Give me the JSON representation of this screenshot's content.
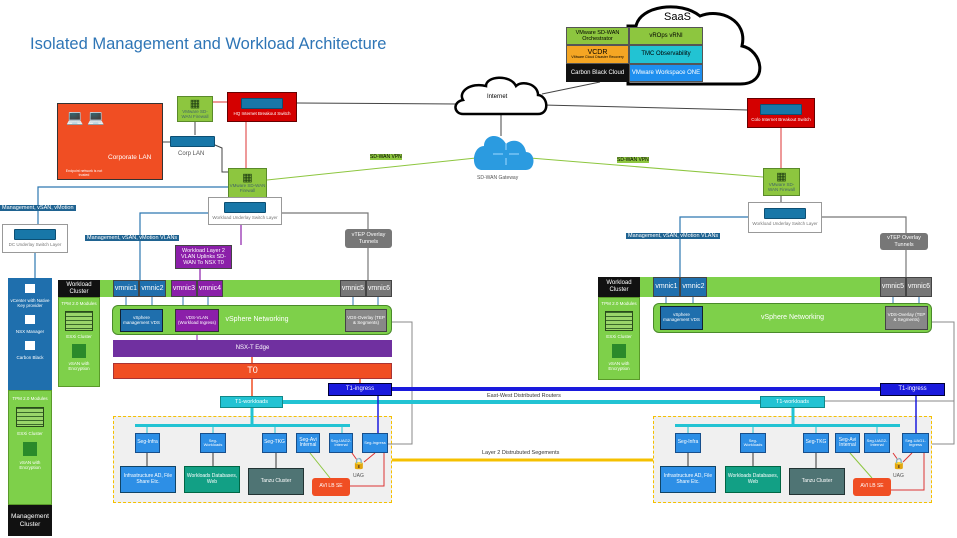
{
  "title": "Isolated Management and Workload Architecture",
  "saas": {
    "label": "SaaS",
    "items": [
      {
        "label": "VMware SD-WAN Orchestrator",
        "color": "#8dc63f"
      },
      {
        "label": "VCDR",
        "sub": "VMware Cloud Disaster Recovery",
        "color": "#f5a623"
      },
      {
        "label": "Carbon Black Cloud",
        "color": "#111111"
      },
      {
        "label": "vROps vRNI",
        "color": "#8dc63f"
      },
      {
        "label": "TMC Observability",
        "color": "#22c3d3"
      },
      {
        "label": "VMware Workspace ONE",
        "color": "#1e8fef"
      }
    ]
  },
  "internet": "Internet",
  "sdwan_gateway": "SD-WAN Gateway",
  "sdwan_vpn": "SD-WAN VPN",
  "hq": {
    "corporate_lan": "Corporate LAN",
    "endpoint_note": "Endpoint network is not trusted",
    "corp_lan_switch": "Corp LAN",
    "hq_firewall": "VMware SD-WAN Firewall",
    "breakout_switch": "HQ Internet Breakout Switch"
  },
  "colo": {
    "breakout_switch": "Colo Internet Breakout Switch"
  },
  "sdwan_firewall": "VMware SD-WAN Firewall",
  "workload_underlay": "Workload Underlay Switch Layer",
  "dc_underlay": "DC Underlay Switch Layer",
  "mgmt_vlan_label": "Management, vSAN, vMotion",
  "mgmt_vlans_label": "Management, vSAN, vMotion VLANs",
  "workload_uplinks": "Workload Layer 2 VLAN Uplinks SD-WAN To NSX T0",
  "vtep": "vTEP Overlay Tunnels",
  "management_cluster": {
    "items": [
      "vCenter with Native Key provider",
      "NSX Manager",
      "Carbon Black"
    ],
    "tpm": "TPM 2.0 Modules",
    "esxi": "ESXi Cluster",
    "vsan": "vSAN with Encryption",
    "label": "Management Cluster"
  },
  "workload_cluster": {
    "label": "Workload Cluster",
    "tpm": "TPM 2.0 Modules",
    "esxi": "ESXi Cluster",
    "vsan": "vSAN with Encryption"
  },
  "vmnics": [
    "vmnic1",
    "vmnic2",
    "vmnic3",
    "vmnic4",
    "vmnic5",
    "vmnic6"
  ],
  "vsphere_networking": "vSphere Networking",
  "vds_mgmt": "vSphere management VDS",
  "vds_vlan": "VDS-VLAN (Workload Ingress)",
  "vds_overlay": "VDS-Overlay (TEP & Segments)",
  "nsx_edge": "NSX-T Edge",
  "t0": "T0",
  "t1_ingress": "T1-ingress",
  "t1_workloads": "T1-workloads",
  "east_west": "East-West Distributed Routers",
  "layer2": "Layer 2 Distrubuted Segements",
  "segments_left": [
    "Seg-Infra",
    "Seg-Workloads",
    "Seg-TKG",
    "Seg-Avi Internal",
    "Seg-UAG2-Internal",
    "Seg-Ingress"
  ],
  "segments_right": [
    "Seg-Infra",
    "Seg-Workloads",
    "Seg-TKG",
    "Seg-Avi Internal",
    "Seg-UAG2-Internal",
    "Seg-UAG1-Ingress"
  ],
  "workloads": {
    "infra": "Infrastructure AD, File Share Etc.",
    "apps": "Workloads Databases, Web",
    "tanzu": "Tanzu Cluster",
    "avi": "AVI LB SE",
    "uag": "UAG"
  }
}
